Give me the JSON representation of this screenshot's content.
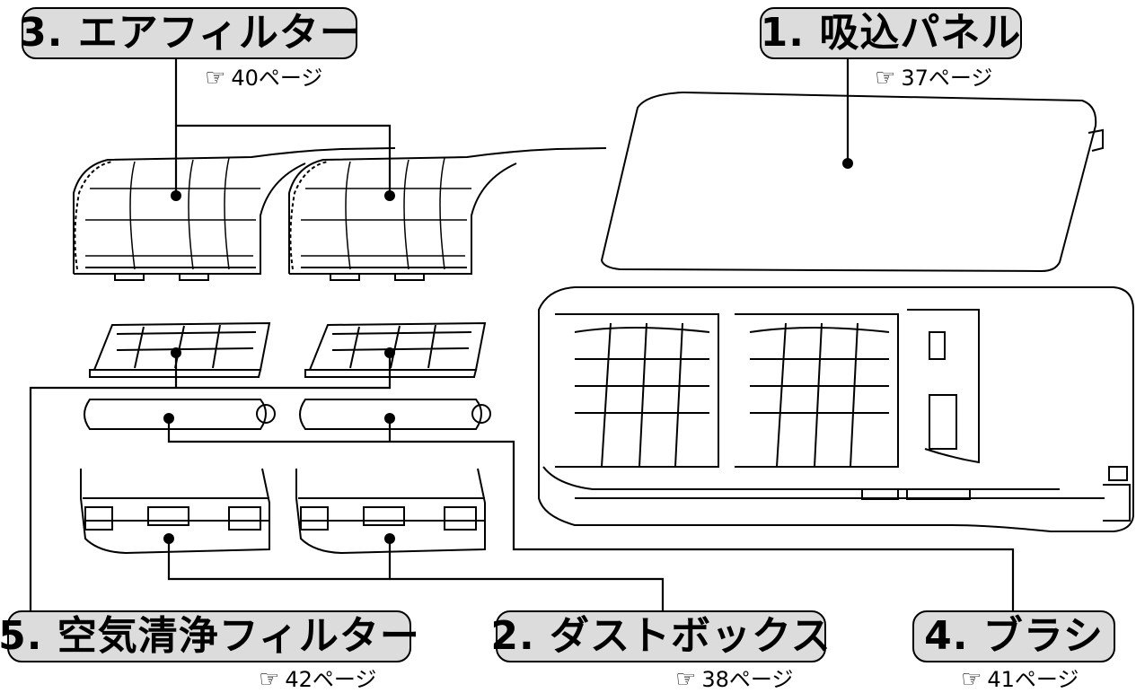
{
  "callouts": {
    "air_filter": {
      "title": "3. エアフィルター",
      "ref_icon": "☞",
      "ref": "40ページ"
    },
    "intake_panel": {
      "title": "1. 吸込パネル",
      "ref_icon": "☞",
      "ref": "37ページ"
    },
    "air_purifying_filter": {
      "title": "5. 空気清浄フィルター",
      "ref_icon": "☞",
      "ref": "42ページ"
    },
    "dust_box": {
      "title": "2. ダストボックス",
      "ref_icon": "☞",
      "ref": "38ページ"
    },
    "brush": {
      "title": "4. ブラシ",
      "ref_icon": "☞",
      "ref": "41ページ"
    }
  },
  "colors": {
    "label_bg": "#dcdcdc",
    "line": "#000000"
  }
}
